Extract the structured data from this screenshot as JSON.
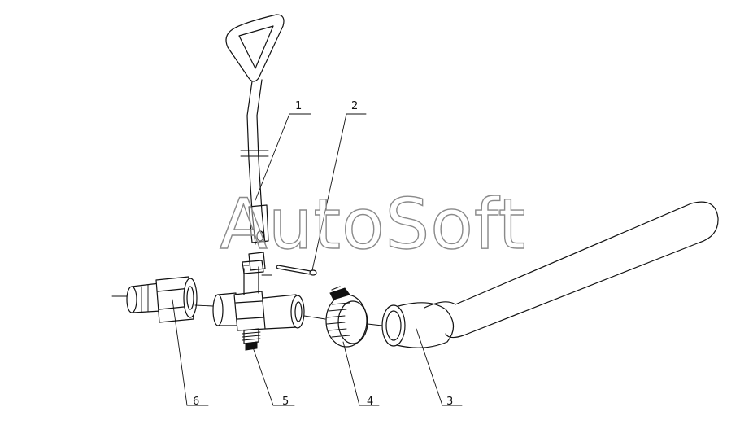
{
  "watermark": {
    "text": "AutoSoft"
  },
  "callouts": [
    {
      "id": "1",
      "label": "1"
    },
    {
      "id": "2",
      "label": "2"
    },
    {
      "id": "3",
      "label": "3"
    },
    {
      "id": "4",
      "label": "4"
    },
    {
      "id": "5",
      "label": "5"
    },
    {
      "id": "6",
      "label": "6"
    }
  ],
  "colors": {
    "line": "#111111",
    "background": "#ffffff",
    "watermark_stroke": "#8a8a8a"
  }
}
